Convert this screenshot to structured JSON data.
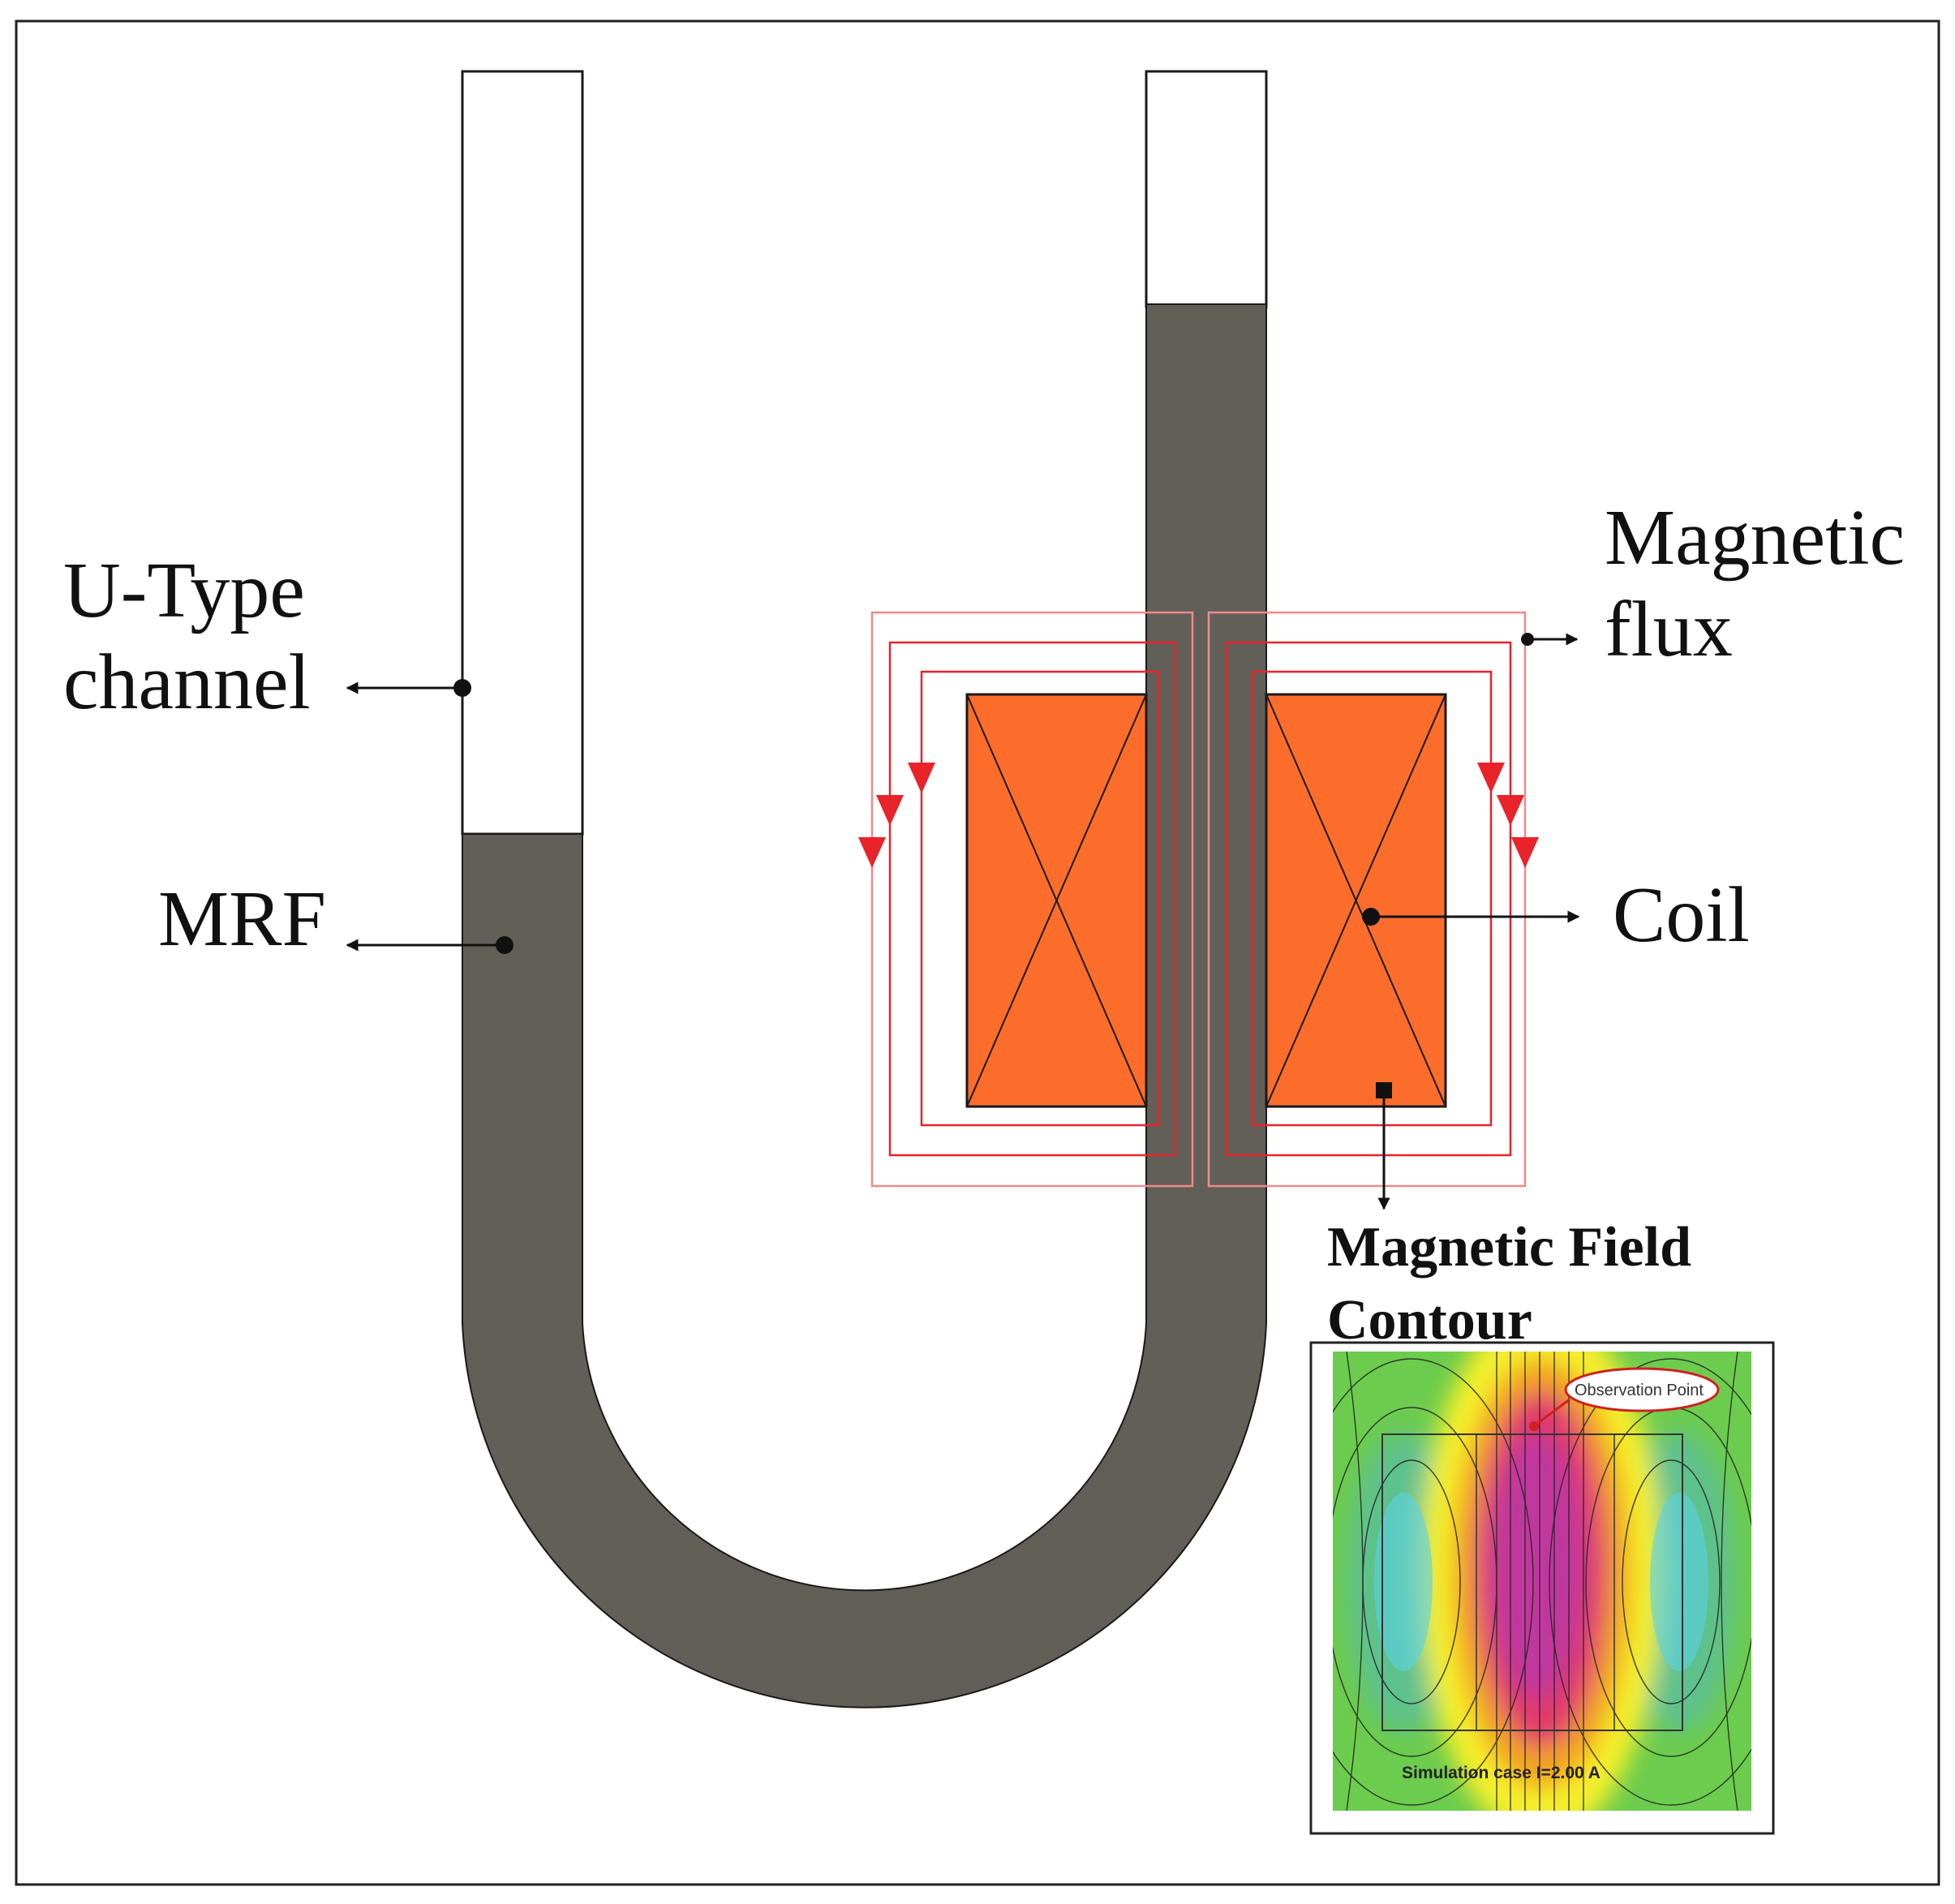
{
  "labels": {
    "channel_line1": "U-Type",
    "channel_line2": "channel",
    "mrf": "MRF",
    "flux_line1": "Magnetic",
    "flux_line2": "flux",
    "coil": "Coil",
    "contour_line1": "Magnetic Field",
    "contour_line2": "Contour"
  },
  "inset": {
    "observation_point": "Observation Point",
    "simulation_case": "Simulation case I=2.00 A"
  },
  "colors": {
    "mrf_fill": "#625f59",
    "coil_fill": "#fc6d2c",
    "flux_line": "#e8232a",
    "flux_arrow": "#e8232a",
    "outline": "#1a1a1a",
    "contour_green": "#6ccc4e",
    "contour_yellow": "#f4ef2a",
    "contour_magenta": "#d0359a",
    "contour_cyan": "#52c9e0"
  }
}
